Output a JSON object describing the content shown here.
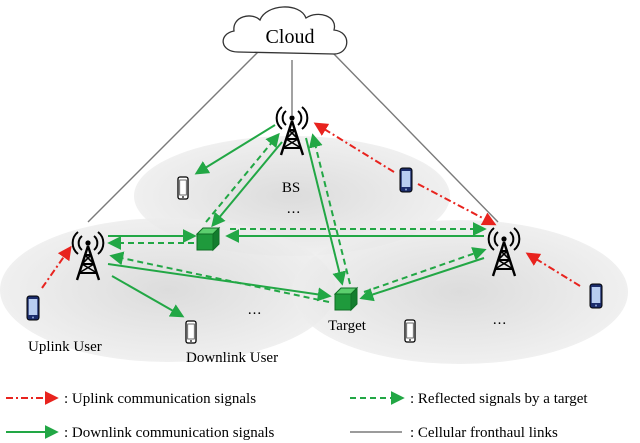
{
  "cloud": {
    "label": "Cloud"
  },
  "nodes": {
    "bs_label": "BS",
    "target_label": "Target"
  },
  "users": {
    "uplink_label": "Uplink User",
    "downlink_label": "Downlink User"
  },
  "ellipsis": "...",
  "legend": {
    "uplink": ": Uplink communication signals",
    "reflected": ": Reflected signals by a target",
    "downlink": ": Downlink communication signals",
    "fronthaul": ": Cellular fronthaul links"
  },
  "colors": {
    "uplink": "#e8231e",
    "downlink": "#22a745",
    "fronthaul": "#7a7a7a",
    "cell_fill": "#e3e3e3",
    "target": "#1f9a3c"
  }
}
